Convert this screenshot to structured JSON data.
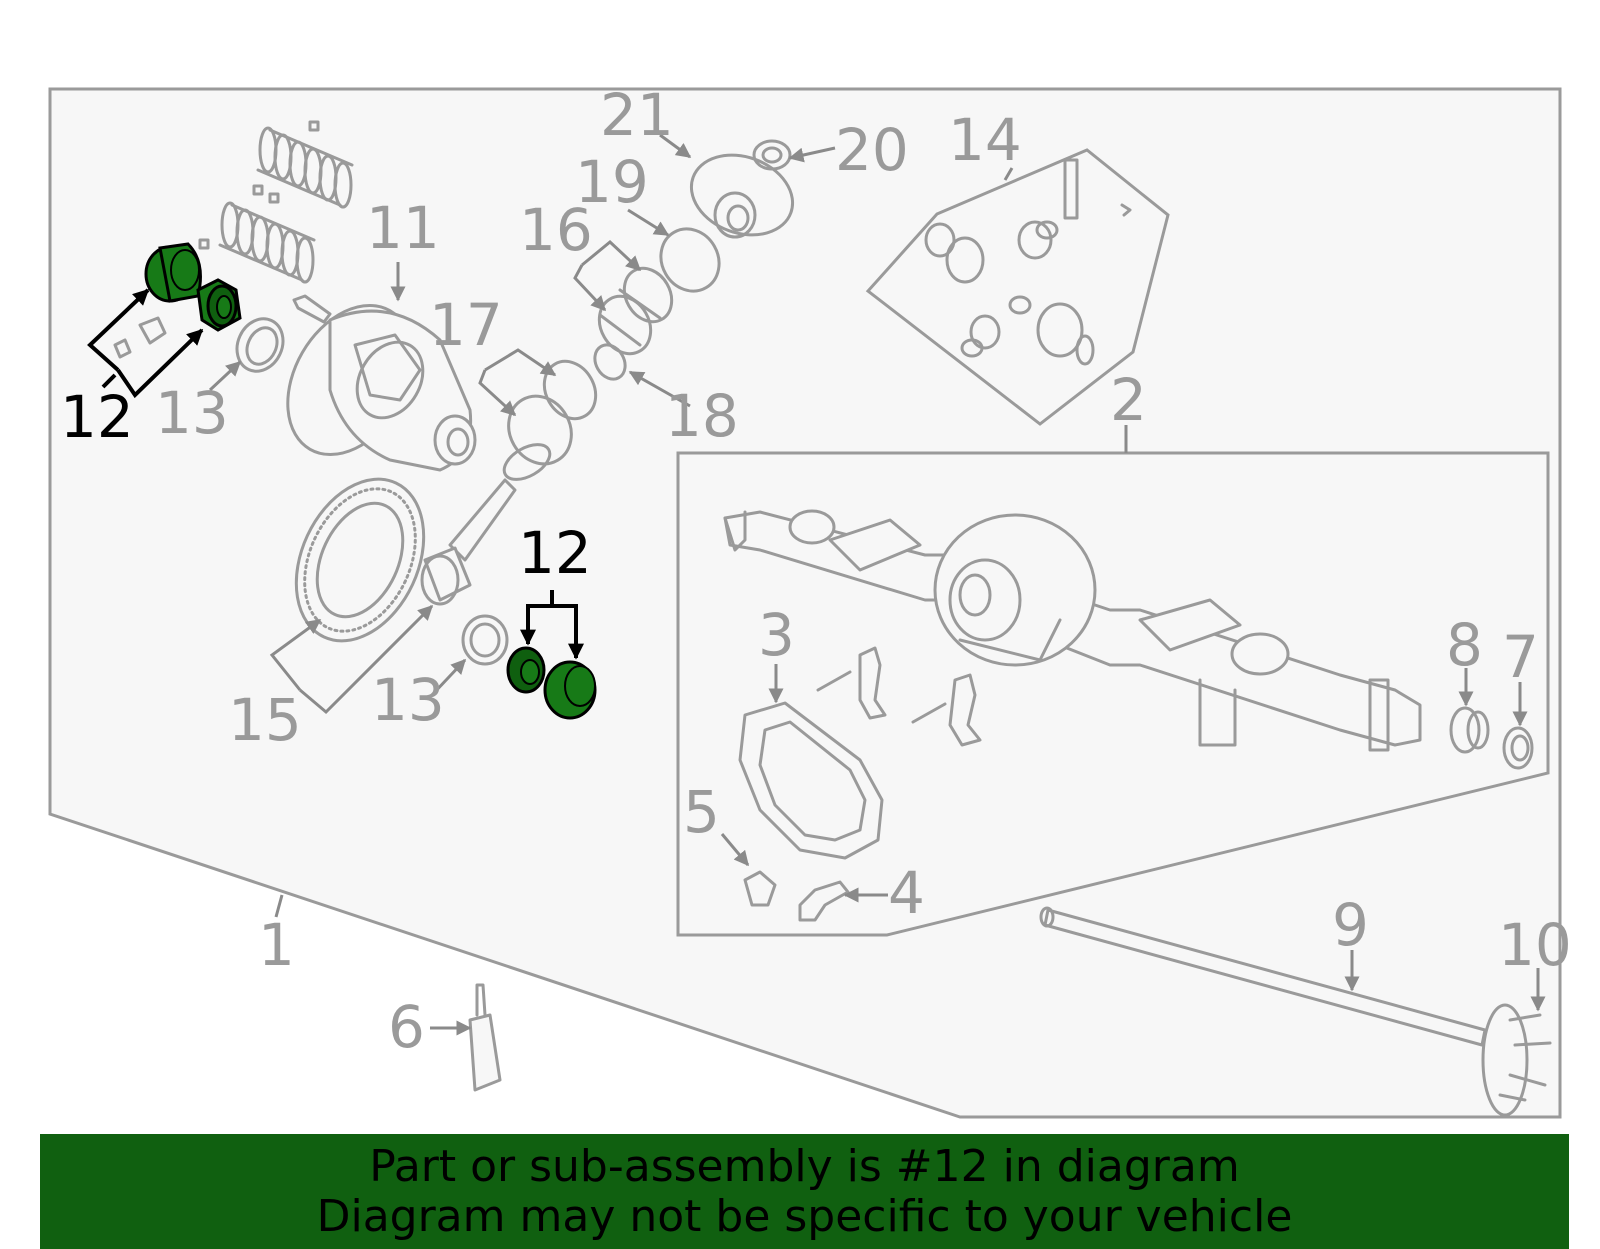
{
  "callouts": {
    "c1": "1",
    "c2": "2",
    "c3": "3",
    "c4": "4",
    "c5": "5",
    "c6": "6",
    "c7": "7",
    "c8": "8",
    "c9": "9",
    "c10": "10",
    "c11": "11",
    "c12a": "12",
    "c12b": "12",
    "c13a": "13",
    "c13b": "13",
    "c14": "14",
    "c15": "15",
    "c16": "16",
    "c17": "17",
    "c18": "18",
    "c19": "19",
    "c20": "20",
    "c21": "21"
  },
  "highlight": {
    "part_number": "12",
    "fill_color": "#177a17",
    "banner_color": "#106010"
  },
  "banner": {
    "line1": "Part or sub-assembly is #12 in diagram",
    "line2": "Diagram may not be specific to your vehicle"
  }
}
